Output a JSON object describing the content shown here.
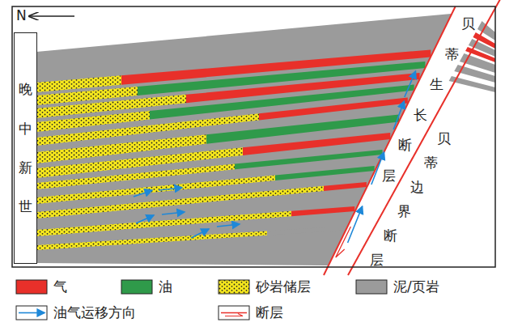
{
  "diagram": {
    "nodes": [
      {
        "text": [
          "晚中新世"
        ]
      }
    ],
    "labels": [
      "N",
      "贝蒂生长断层",
      "贝蒂边界断层"
    ],
    "legend": [
      {
        "text": "气",
        "color": "#e8302a"
      },
      {
        "text": "油",
        "color": "#2f9a4a"
      },
      {
        "text": "砂岩储层"
      },
      {
        "text": "泥/页岩",
        "color": "#9b9b9b"
      },
      {
        "text": "油气运移方向"
      },
      {
        "text": "断层"
      }
    ]
  }
}
